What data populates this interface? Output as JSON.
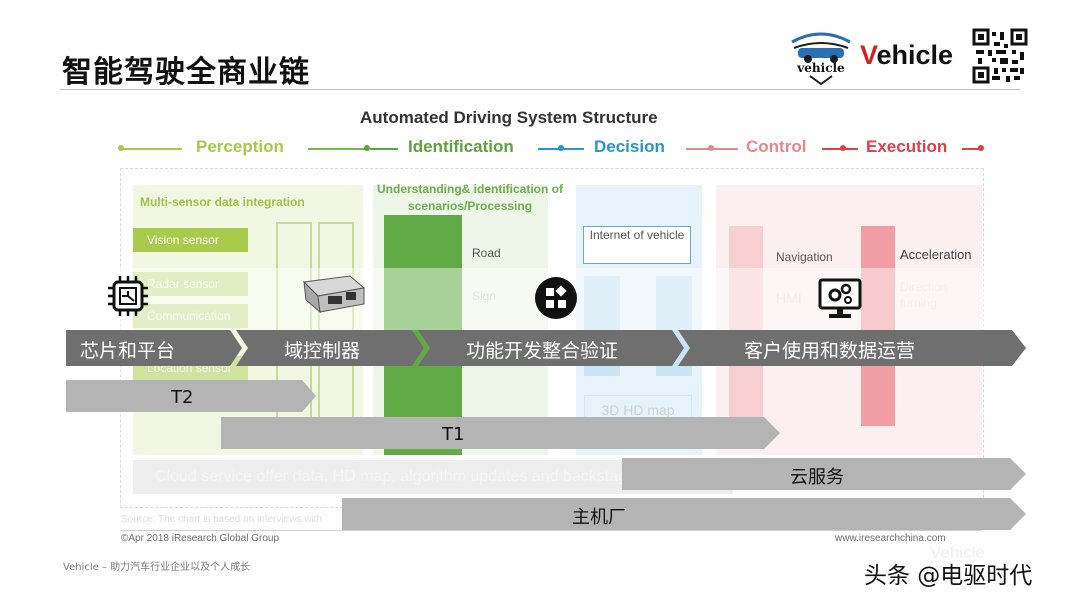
{
  "header": {
    "title": "智能驾驶全商业链",
    "brand_v": "V",
    "brand_rest": "ehicle",
    "logo_text": "vehicle"
  },
  "diagram": {
    "title": "Automated Driving System Structure",
    "stages": [
      "Perception",
      "Identification",
      "Decision",
      "Control",
      "Execution"
    ],
    "stage_colors": [
      "#a6c94a",
      "#5ba33d",
      "#2996c8",
      "#e6878c",
      "#d8424c"
    ],
    "multi_sensor": "Multi-sensor data integration",
    "sensors": [
      "Vision sensor",
      "Radar sensor",
      "Communication",
      "Location sensor"
    ],
    "ident_heading": "Understanding& identification of scenarios/Processing",
    "road": "Road",
    "sign": "Sign",
    "internet_of_vehicle": "Internet of vehicle",
    "hd_map": "3D HD map",
    "navigation": "Navigation",
    "hmi": "HMI",
    "acceleration": "Acceleration",
    "direction_turning": "Direction turning",
    "cloud_service": "Cloud service offer data, HD map, algorithm updates and backstage",
    "source_note": "Source: The chart is based on interviews with",
    "copyright": "©Apr 2018 iResearch Global Group",
    "website": "www.iresearchchina.com"
  },
  "chain": {
    "steps": [
      "芯片和平台",
      "域控制器",
      "功能开发整合验证",
      "客户使用和数据运营"
    ],
    "band_color": "#6f6f6f",
    "icons": [
      "chip-icon",
      "controller-unit-icon",
      "module-blocks-icon",
      "monitor-gears-icon"
    ]
  },
  "bars": {
    "t2": "T2",
    "t1": "T1",
    "cloud": "云服务",
    "oem": "主机厂",
    "bar_color": "#b4b4b4"
  },
  "footer": {
    "slogan": "Vehicle – 助力汽车行业企业以及个人成长",
    "watermark": "头条 @电驱时代",
    "watermark_ghost": "Vehicle"
  }
}
